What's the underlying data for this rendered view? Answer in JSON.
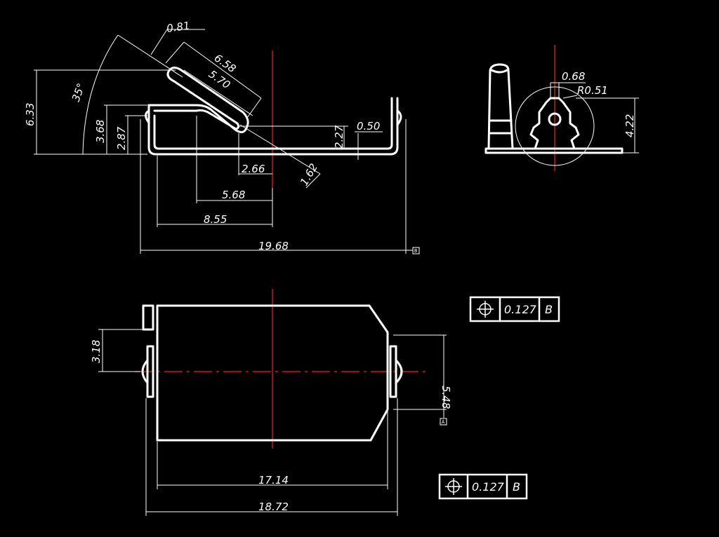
{
  "side_view": {
    "dims": {
      "d0_81": "0.81",
      "d6_58": "6.58",
      "d5_70": "5.70",
      "angle": "35°",
      "d6_33": "6.33",
      "d3_68": "3.68",
      "d2_87": "2.87",
      "d2_27": "2.27",
      "d0_50": "0.50",
      "d2_66": "2.66",
      "d1_62": "1.62",
      "d5_68": "5.68",
      "d8_55": "8.55",
      "d19_68": "19.68"
    },
    "datum_label": "B"
  },
  "end_view": {
    "dims": {
      "d0_68": "0.68",
      "r0_51": "R0.51",
      "d4_22": "4.22"
    }
  },
  "top_view": {
    "dims": {
      "d3_18": "3.18",
      "d5_48": "5.48",
      "d17_14": "17.14",
      "d18_72": "18.72"
    },
    "datum_label": "A"
  },
  "fcf_upper": {
    "tolerance": "0.127",
    "datum": "B",
    "symbol": "position-symbol"
  },
  "fcf_lower": {
    "tolerance": "0.127",
    "datum": "B",
    "symbol": "position-symbol"
  },
  "colors": {
    "background": "#000000",
    "geometry": "#ffffff",
    "centerline": "#ff1a1a"
  }
}
